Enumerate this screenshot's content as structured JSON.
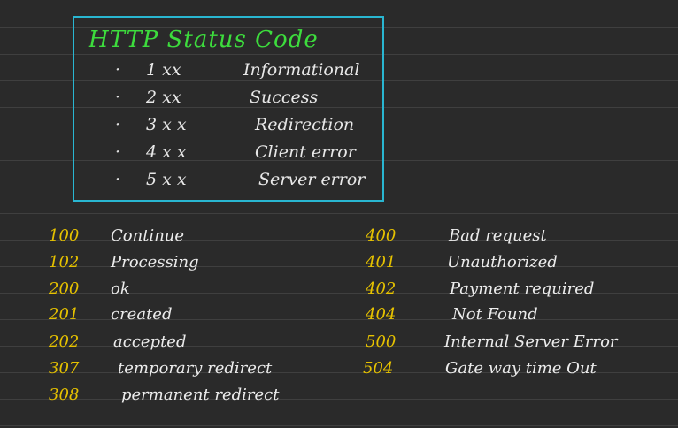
{
  "title": "HTTP Status Code",
  "categories": [
    {
      "bullet": "·",
      "range": "1 xx",
      "name": "Informational"
    },
    {
      "bullet": "·",
      "range": "2 xx",
      "name": "Success"
    },
    {
      "bullet": "·",
      "range": "3 x x",
      "name": "Redirection"
    },
    {
      "bullet": "·",
      "range": "4 x x",
      "name": "Client error"
    },
    {
      "bullet": "·",
      "range": "5 x x",
      "name": "Server error"
    }
  ],
  "left_codes": [
    {
      "code": "100",
      "label": "Continue"
    },
    {
      "code": "102",
      "label": "Processing"
    },
    {
      "code": "200",
      "label": "ok"
    },
    {
      "code": "201",
      "label": "created"
    },
    {
      "code": "202",
      "label": "accepted"
    },
    {
      "code": "307",
      "label": "temporary redirect"
    },
    {
      "code": "308",
      "label": "permanent redirect"
    }
  ],
  "right_codes": [
    {
      "code": "400",
      "label": "Bad request"
    },
    {
      "code": "401",
      "label": "Unauthorized"
    },
    {
      "code": "402",
      "label": "Payment required"
    },
    {
      "code": "404",
      "label": "Not Found"
    },
    {
      "code": "500",
      "label": "Internal Server Error"
    },
    {
      "code": "504",
      "label": "Gate way time Out"
    }
  ],
  "colors": {
    "background": "#2a2a2a",
    "box_border": "#29b6d1",
    "title": "#3ddc3d",
    "code_number": "#e6c200",
    "text": "#e8e8e8"
  }
}
